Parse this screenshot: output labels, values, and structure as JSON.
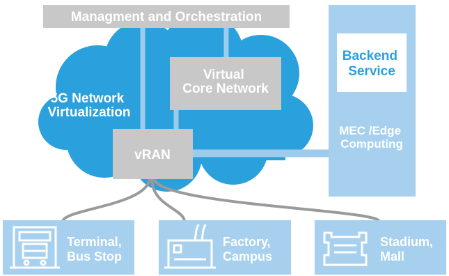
{
  "diagram": {
    "management": "Managment and Orchestration",
    "cloud_label": [
      "5G Network",
      "Virtualization"
    ],
    "core": [
      "Virtual",
      "Core Network"
    ],
    "vran": "vRAN",
    "backend": [
      "Backend",
      "Service"
    ],
    "mec": [
      "MEC /Edge",
      "Computing"
    ],
    "sites": [
      {
        "icon": "bus-terminal-icon",
        "lines": [
          "Terminal,",
          "Bus Stop"
        ]
      },
      {
        "icon": "factory-icon",
        "lines": [
          "Factory,",
          "Campus"
        ]
      },
      {
        "icon": "stadium-icon",
        "lines": [
          "Stadium,",
          "Mall"
        ]
      }
    ]
  },
  "colors": {
    "cloud": "#2aa0dc",
    "light_blue": "#9ccbeb",
    "panel_blue": "#a6d0ee",
    "gray_box": "#c8c8c8",
    "connector_gray": "#9a9a9a",
    "backend_text": "#2aa0dc",
    "white": "#ffffff"
  }
}
